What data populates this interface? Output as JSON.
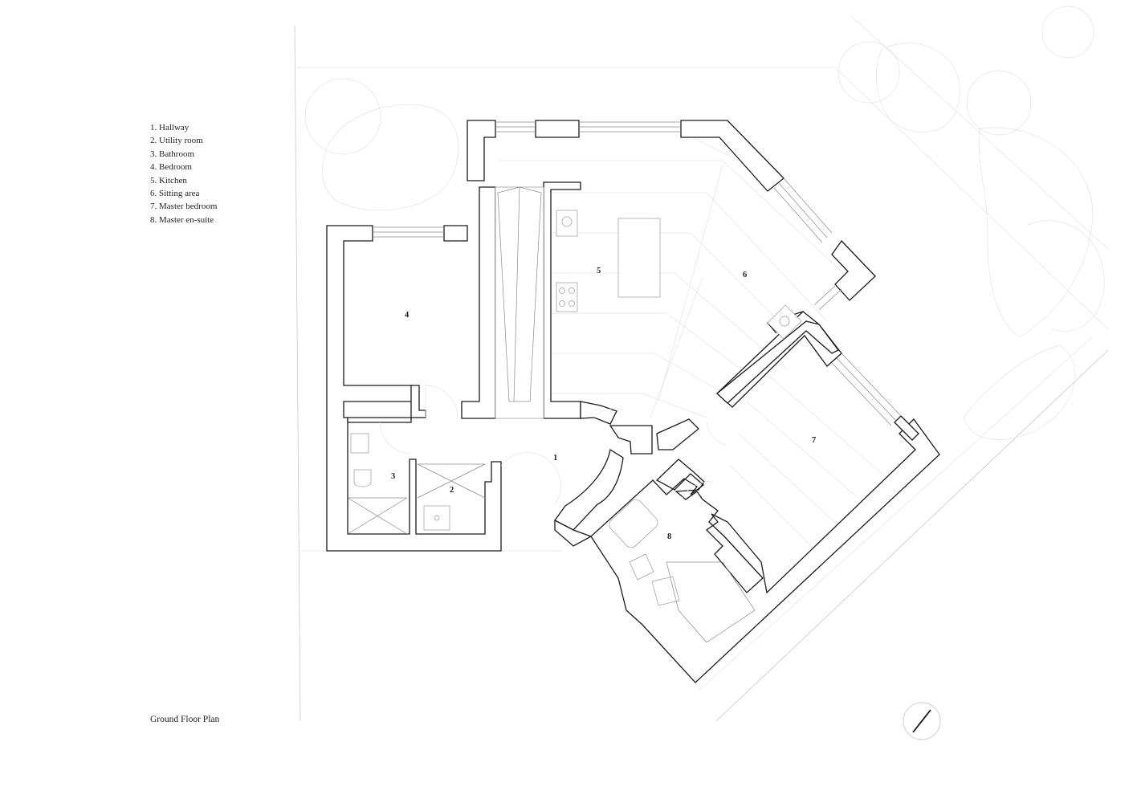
{
  "legend": [
    "1. Hallway",
    "2. Utility room",
    "3. Bathroom",
    "4. Bedroom",
    "5. Kitchen",
    "6. Sitting area",
    "7. Master bedroom",
    "8. Master en-suite"
  ],
  "room_numbers": {
    "hallway": "1",
    "utility": "2",
    "bathroom": "3",
    "bedroom": "4",
    "kitchen": "5",
    "sitting": "6",
    "master_bedroom": "7",
    "ensuite": "8"
  },
  "title": "Ground Floor Plan"
}
